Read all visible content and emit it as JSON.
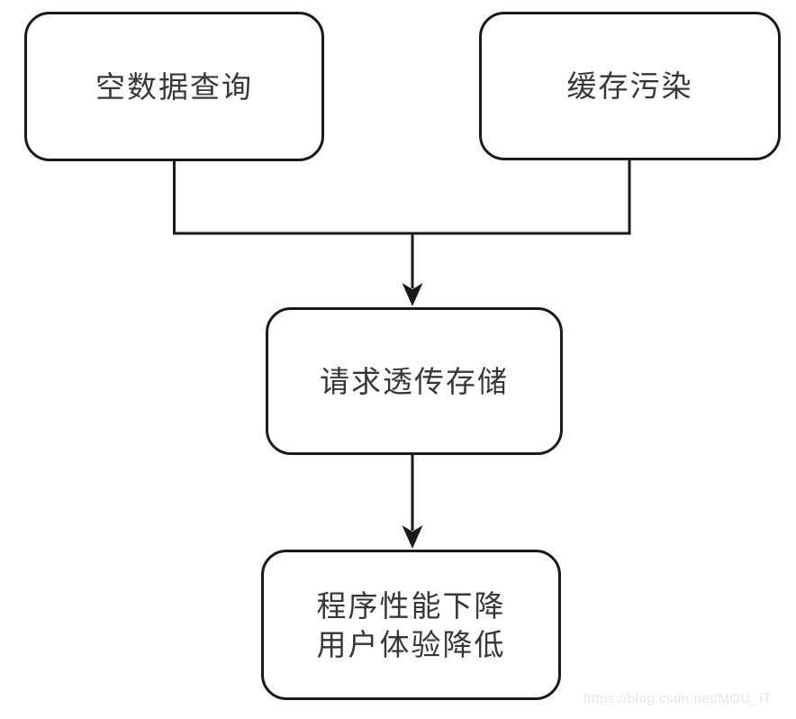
{
  "page": {
    "background_color": "#ffffff",
    "stroke_color": "#1a1a1a",
    "text_color": "#373737"
  },
  "diagram": {
    "type": "flowchart",
    "nodes": [
      {
        "id": "empty-data-query",
        "label": "空数据查询"
      },
      {
        "id": "cache-pollution",
        "label": "缓存污染"
      },
      {
        "id": "request-passthrough-storage",
        "label": "请求透传存储"
      },
      {
        "id": "performance-impact",
        "lines": [
          "程序性能下降",
          "用户体验降低"
        ]
      }
    ],
    "edges": [
      {
        "from": "empty-data-query",
        "to": "request-passthrough-storage",
        "arrow": true
      },
      {
        "from": "cache-pollution",
        "to": "request-passthrough-storage",
        "arrow": true
      },
      {
        "from": "request-passthrough-storage",
        "to": "performance-impact",
        "arrow": true
      }
    ]
  },
  "watermark": {
    "text": "https://blog.csdn.net/MOU_IT",
    "color": "#e6e6e6"
  }
}
